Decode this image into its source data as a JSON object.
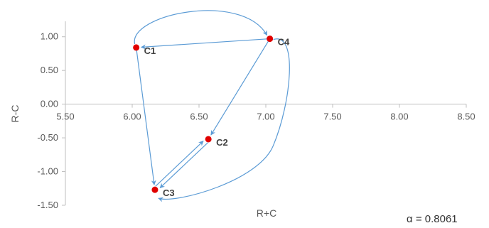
{
  "chart_data": {
    "type": "scatter",
    "xlabel": "R+C",
    "ylabel": "R-C",
    "xlim": [
      5.5,
      8.5
    ],
    "ylim": [
      -1.5,
      1.25
    ],
    "xticks": [
      "5.50",
      "6.00",
      "6.50",
      "7.00",
      "7.50",
      "8.00",
      "8.50"
    ],
    "yticks": [
      "1.00",
      "0.50",
      "0.00",
      "-0.50",
      "-1.00",
      "-1.50"
    ],
    "grid": false,
    "points": [
      {
        "label": "C1",
        "x": 6.03,
        "y": 0.84
      },
      {
        "label": "C2",
        "x": 6.57,
        "y": -0.52
      },
      {
        "label": "C3",
        "x": 6.17,
        "y": -1.27
      },
      {
        "label": "C4",
        "x": 7.03,
        "y": 0.97
      }
    ],
    "arrows": [
      {
        "from": "C4",
        "to": "C1",
        "style": "straight"
      },
      {
        "from": "C1",
        "to": "C4",
        "style": "curved"
      },
      {
        "from": "C1",
        "to": "C3",
        "style": "straight"
      },
      {
        "from": "C4",
        "to": "C2",
        "style": "straight"
      },
      {
        "from": "C4",
        "to": "C3",
        "style": "curved"
      },
      {
        "from": "C2",
        "to": "C3",
        "style": "straight"
      },
      {
        "from": "C3",
        "to": "C2",
        "style": "straight"
      }
    ],
    "point_color": "#e00000",
    "arrow_color": "#5b9bd5",
    "axis_color": "#bfbfbf"
  },
  "annotation": {
    "alpha": "α = 0.8061"
  }
}
